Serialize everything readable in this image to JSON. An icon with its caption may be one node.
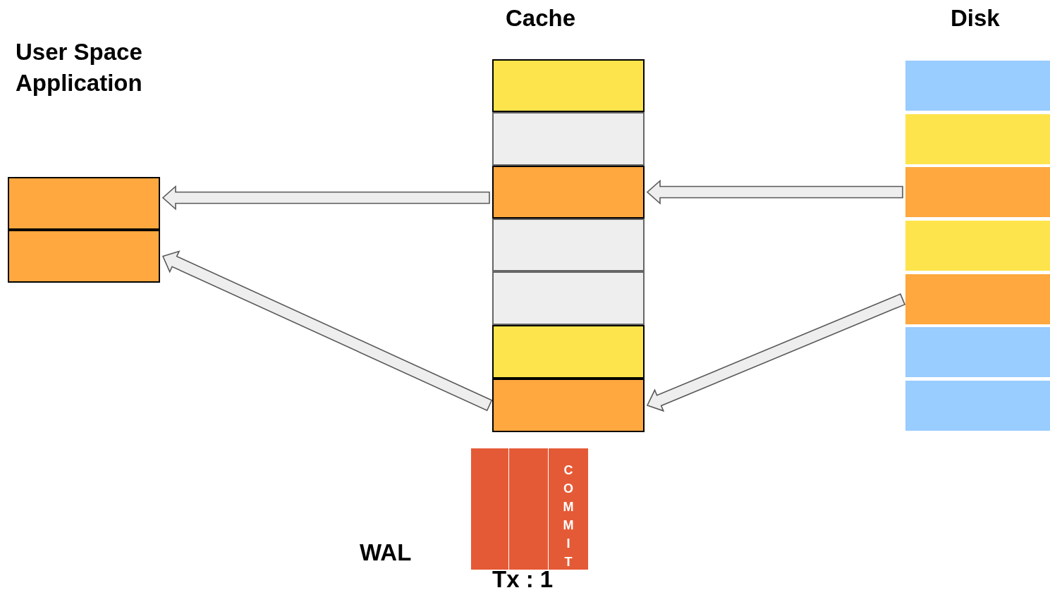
{
  "diagram": {
    "nodes": [
      {
        "text": [],
        "shape": "box"
      },
      {
        "text": [],
        "shape": "box"
      },
      {
        "text": [],
        "shape": "box"
      },
      {
        "text": [],
        "shape": "box"
      },
      {
        "text": [],
        "shape": "box"
      },
      {
        "text": [],
        "shape": "box"
      },
      {
        "text": [],
        "shape": "box"
      },
      {
        "text": [],
        "shape": "box"
      },
      {
        "text": [],
        "shape": "box"
      },
      {
        "text": [],
        "shape": "box"
      },
      {
        "text": [],
        "shape": "box"
      },
      {
        "text": [],
        "shape": "box"
      },
      {
        "text": [],
        "shape": "box"
      },
      {
        "text": [],
        "shape": "box"
      },
      {
        "text": [],
        "shape": "box"
      },
      {
        "text": [],
        "shape": "box"
      },
      {
        "text": [],
        "shape": "box"
      },
      {
        "text": [],
        "shape": "box"
      },
      {
        "text": [
          "COMMIT"
        ]
      }
    ],
    "edges": [
      {
        "from": 11,
        "to": 4,
        "arrow": "to"
      },
      {
        "from": 4,
        "to": 0,
        "arrow": "to"
      },
      {
        "from": 13,
        "to": 8,
        "arrow": "to"
      },
      {
        "from": 8,
        "to": 1,
        "arrow": "to"
      }
    ],
    "labels": [
      "Cache",
      "Disk",
      "User Space Application",
      "WAL",
      "Tx : 1"
    ]
  }
}
